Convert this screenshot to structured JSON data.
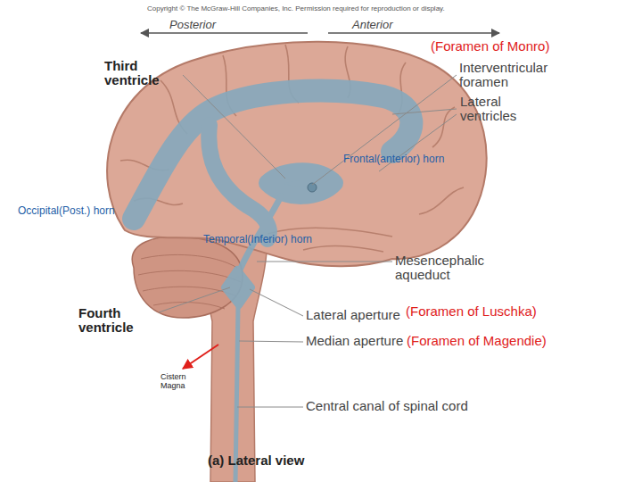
{
  "diagram": {
    "caption": "(a) Lateral view",
    "labels": [
      "Copyright © The McGraw-Hill Companies, Inc. Permission required for reproduction or display.",
      "Posterior",
      "Anterior",
      "(Foramen of Monro)",
      "Third ventricle",
      "Interventricular foramen",
      "Lateral ventricles",
      "Frontal(anterior) horn",
      "Occipital(Post.) horn",
      "Temporal(Inferior) horn",
      "Mesencephalic aqueduct",
      "Fourth ventricle",
      "Lateral aperture",
      "(Foramen of Luschka)",
      "Median aperture",
      "(Foramen of Magendie)",
      "Cistern Magna",
      "Central canal of spinal cord"
    ]
  }
}
